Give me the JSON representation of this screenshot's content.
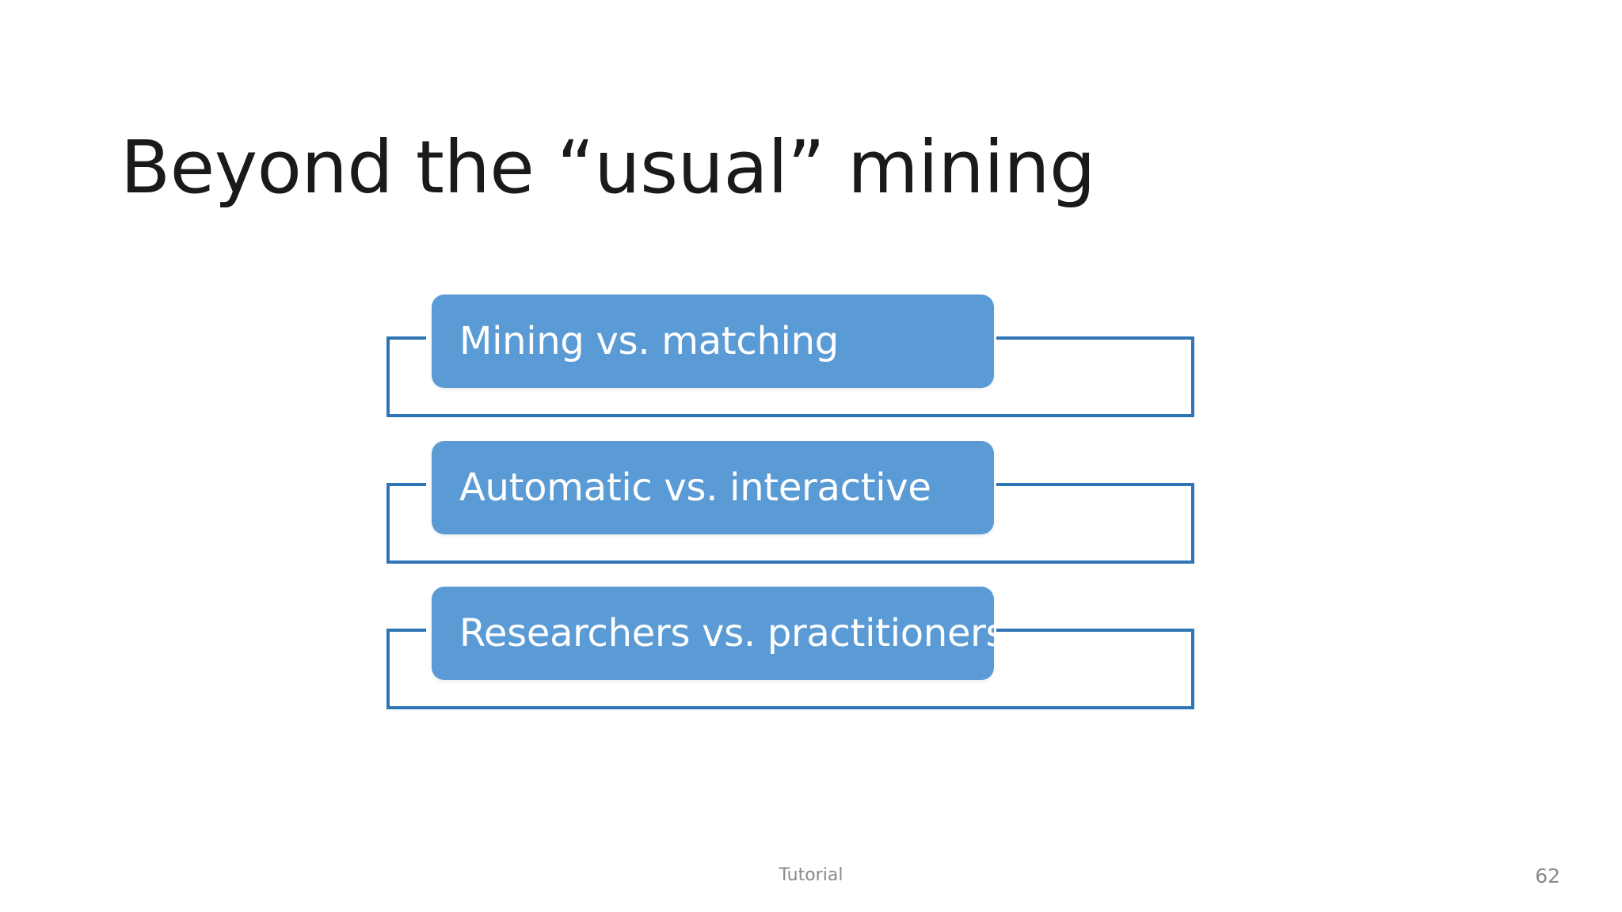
{
  "slide": {
    "title": "Beyond the “usual” mining",
    "background_color": "#FFFFFF",
    "title_color": "#1A1A1A"
  },
  "diagram": {
    "type": "stacked-chevron-list",
    "pill_fill_color": "#5B9BD5",
    "pill_text_color": "#FFFFFF",
    "bracket_line_color": "#2E75B6",
    "items": [
      {
        "label": "Mining vs. matching"
      },
      {
        "label": "Automatic vs. interactive"
      },
      {
        "label": "Researchers vs. practitioners"
      }
    ]
  },
  "footer": {
    "note": "Tutorial",
    "page_number": "62",
    "text_color": "#8A8A8A"
  }
}
